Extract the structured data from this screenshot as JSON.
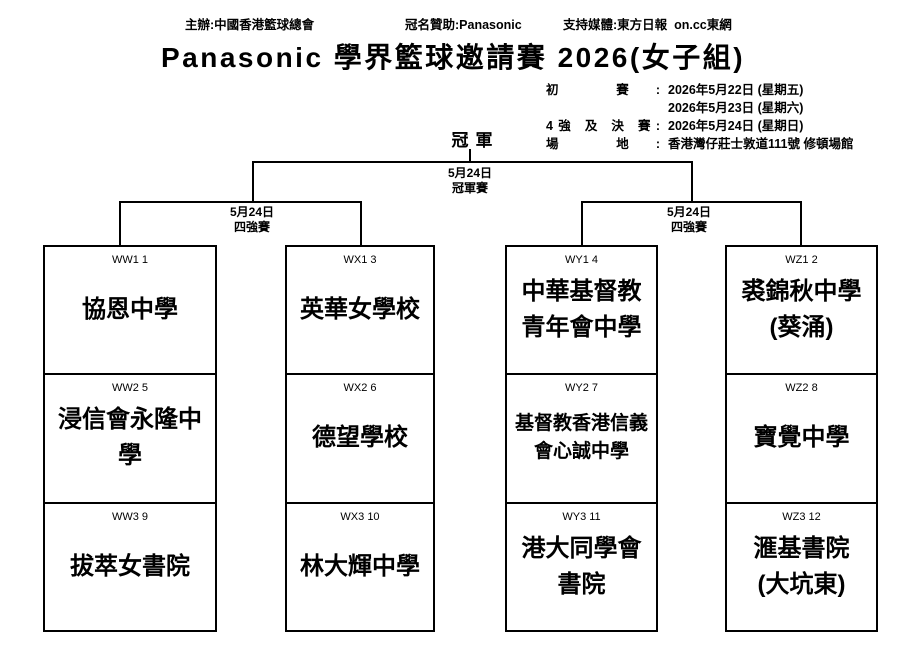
{
  "credits": {
    "organizer": "主辦:中國香港籃球總會",
    "title_sponsor": "冠名贊助:Panasonic",
    "media": "支持媒體:東方日報  on.cc東網"
  },
  "title": "Panasonic 學界籃球邀請賽 2026(女子組)",
  "schedule": {
    "rows": [
      {
        "label": "初 賽:",
        "value": "2026年5月22日 (星期五)"
      },
      {
        "label": "",
        "value": "2026年5月23日 (星期六)"
      },
      {
        "label": "4強 及 決 賽:",
        "value": "2026年5月24日 (星期日)"
      },
      {
        "label": "場 地:",
        "value": "香港灣仔莊士敦道111號 修頓場館"
      }
    ]
  },
  "bracket": {
    "champion": "冠軍",
    "final_label": {
      "date": "5月24日",
      "match": "冠軍賽"
    },
    "semi_left_label": {
      "date": "5月24日",
      "match": "四強賽"
    },
    "semi_right_label": {
      "date": "5月24日",
      "match": "四強賽"
    },
    "columns": [
      {
        "teams": [
          {
            "code": "WW1 1",
            "name": "協恩中學"
          },
          {
            "code": "WW2 5",
            "name": "浸信會永隆中\n學"
          },
          {
            "code": "WW3 9",
            "name": "拔萃女書院"
          }
        ]
      },
      {
        "teams": [
          {
            "code": "WX1 3",
            "name": "英華女學校"
          },
          {
            "code": "WX2 6",
            "name": "德望學校"
          },
          {
            "code": "WX3 10",
            "name": "林大輝中學"
          }
        ]
      },
      {
        "teams": [
          {
            "code": "WY1 4",
            "name": "中華基督教\n青年會中學"
          },
          {
            "code": "WY2 7",
            "name": "基督教香港信義\n會心誠中學"
          },
          {
            "code": "WY3 11",
            "name": "港大同學會\n書院"
          }
        ]
      },
      {
        "teams": [
          {
            "code": "WZ1 2",
            "name": "裘錦秋中學\n(葵涌)"
          },
          {
            "code": "WZ2 8",
            "name": "寶覺中學"
          },
          {
            "code": "WZ3 12",
            "name": "滙基書院\n(大坑東)"
          }
        ]
      }
    ]
  }
}
